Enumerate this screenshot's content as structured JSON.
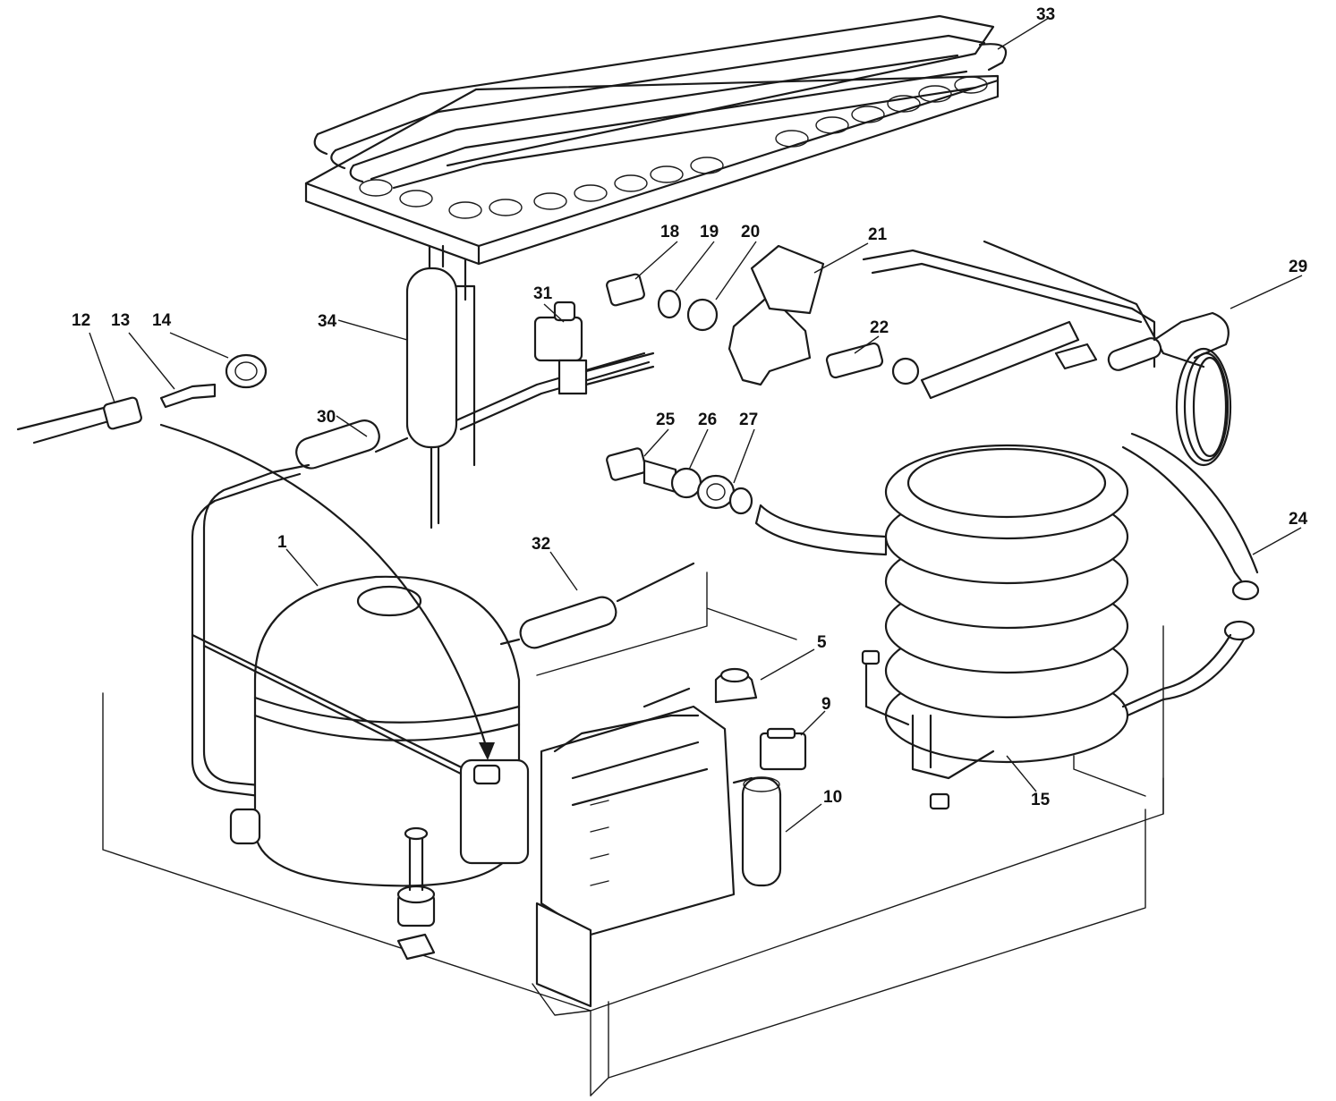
{
  "callouts": [
    {
      "id": "1",
      "label": "1"
    },
    {
      "id": "5",
      "label": "5"
    },
    {
      "id": "9",
      "label": "9"
    },
    {
      "id": "10",
      "label": "10"
    },
    {
      "id": "12",
      "label": "12"
    },
    {
      "id": "13",
      "label": "13"
    },
    {
      "id": "14",
      "label": "14"
    },
    {
      "id": "15",
      "label": "15"
    },
    {
      "id": "18",
      "label": "18"
    },
    {
      "id": "19",
      "label": "19"
    },
    {
      "id": "20",
      "label": "20"
    },
    {
      "id": "21",
      "label": "21"
    },
    {
      "id": "22",
      "label": "22"
    },
    {
      "id": "24",
      "label": "24"
    },
    {
      "id": "25",
      "label": "25"
    },
    {
      "id": "26",
      "label": "26"
    },
    {
      "id": "27",
      "label": "27"
    },
    {
      "id": "29",
      "label": "29"
    },
    {
      "id": "30",
      "label": "30"
    },
    {
      "id": "31",
      "label": "31"
    },
    {
      "id": "32",
      "label": "32"
    },
    {
      "id": "33",
      "label": "33"
    },
    {
      "id": "34",
      "label": "34"
    }
  ]
}
